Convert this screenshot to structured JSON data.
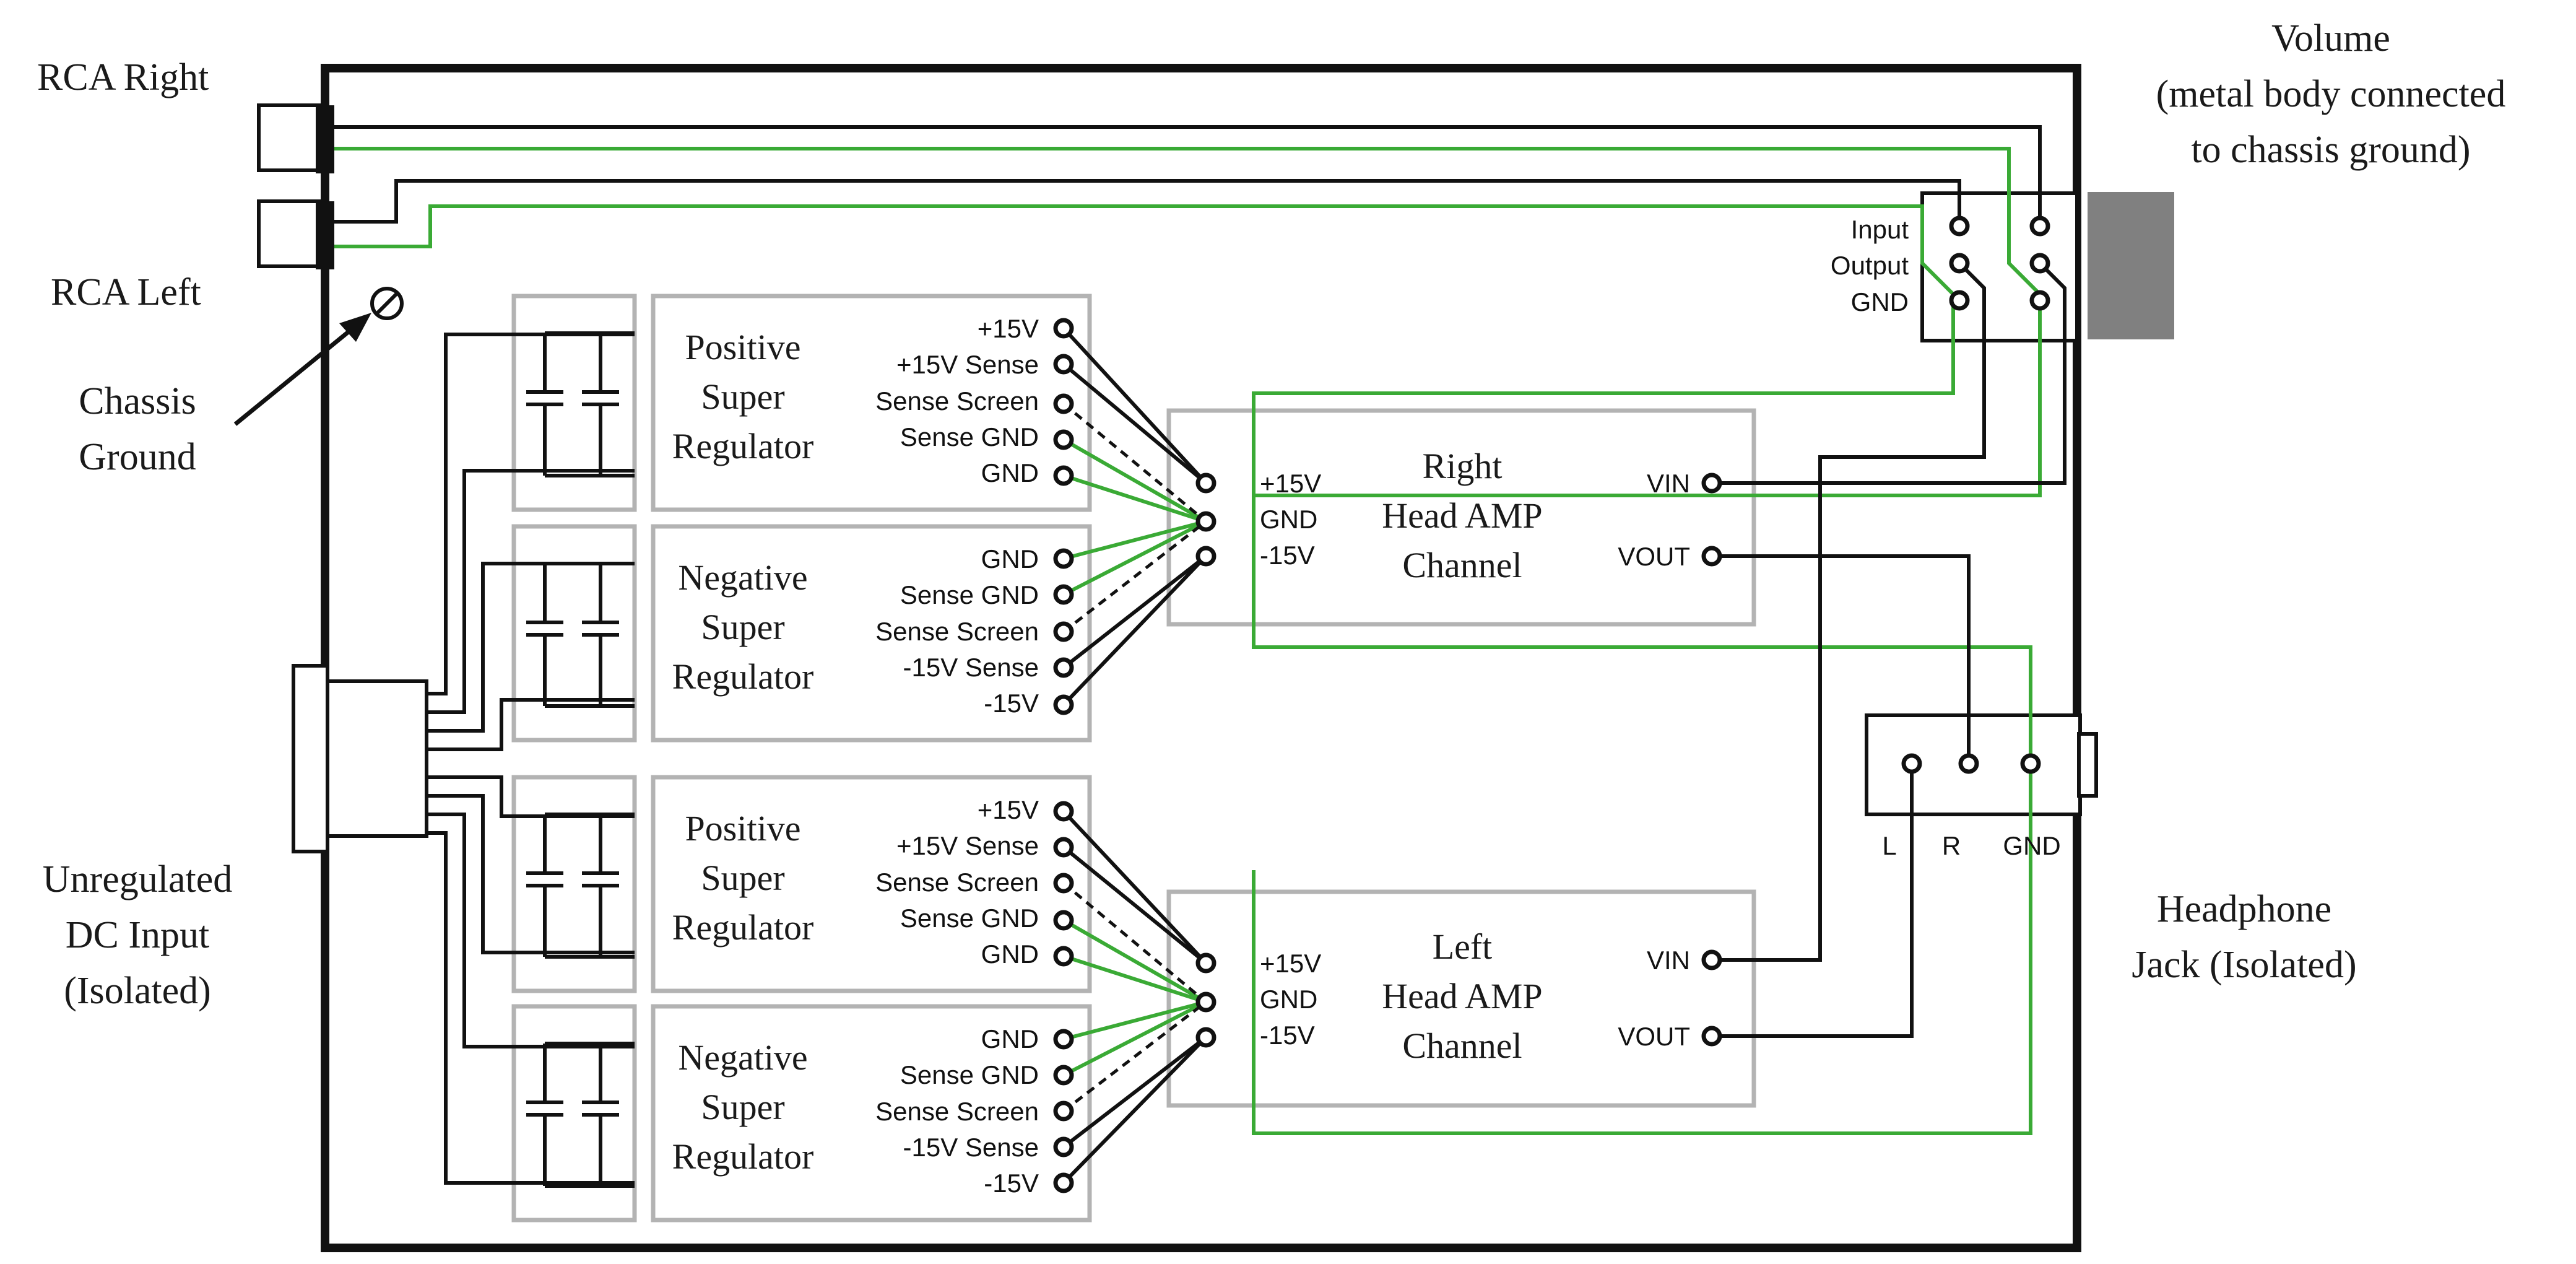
{
  "labels": {
    "rca_right": "RCA Right",
    "rca_left": "RCA Left",
    "chassis_ground": [
      "Chassis",
      "Ground"
    ],
    "dc_input": [
      "Unregulated",
      "DC Input",
      "(Isolated)"
    ],
    "volume": [
      "Volume",
      "(metal body connected",
      "to chassis ground)"
    ],
    "headphone": [
      "Headphone",
      "Jack (Isolated)"
    ]
  },
  "volume_pins": [
    "Input",
    "Output",
    "GND"
  ],
  "headphone_pins": [
    "L",
    "R",
    "GND"
  ],
  "regulators": [
    {
      "title": [
        "Positive",
        "Super",
        "Regulator"
      ],
      "pins": [
        "+15V",
        "+15V Sense",
        "Sense Screen",
        "Sense GND",
        "GND"
      ]
    },
    {
      "title": [
        "Negative",
        "Super",
        "Regulator"
      ],
      "pins": [
        "GND",
        "Sense GND",
        "Sense Screen",
        "-15V Sense",
        "-15V"
      ]
    },
    {
      "title": [
        "Positive",
        "Super",
        "Regulator"
      ],
      "pins": [
        "+15V",
        "+15V Sense",
        "Sense Screen",
        "Sense GND",
        "GND"
      ]
    },
    {
      "title": [
        "Negative",
        "Super",
        "Regulator"
      ],
      "pins": [
        "GND",
        "Sense GND",
        "Sense Screen",
        "-15V Sense",
        "-15V"
      ]
    }
  ],
  "amps": [
    {
      "title": [
        "Right",
        "Head AMP",
        "Channel"
      ],
      "rails": [
        "+15V",
        "GND",
        "-15V"
      ],
      "vin": "VIN",
      "vout": "VOUT"
    },
    {
      "title": [
        "Left",
        "Head AMP",
        "Channel"
      ],
      "rails": [
        "+15V",
        "GND",
        "-15V"
      ],
      "vin": "VIN",
      "vout": "VOUT"
    }
  ],
  "colors": {
    "signal_ground": "#3aaa35",
    "wire": "#111111",
    "board_outline": "#b3b3b3",
    "volume_body": "#808080"
  }
}
